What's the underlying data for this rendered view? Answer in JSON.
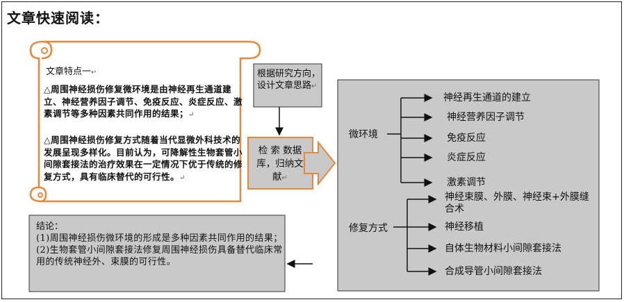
{
  "title": "文章快速阅读：",
  "scroll": {
    "label": "文章特点一",
    "feature1": "△周围神经损伤修复微环境是由神经再生通道建立、神经营养因子调节、免疫反应、炎症反应、激素调节等多种因素共同作用的结果；",
    "feature2": "△周围神经损伤修复方式随着当代显微外科技术的发展呈现多样化。目前认为，可降解性生物套管小间隙套接法的治疗效果在一定情况下优于传统的修复方式，具有临床替代的可行性。",
    "mark": "↵"
  },
  "basis_box": "根据研究方向，设计文章思路",
  "search_box": "检 索 数据库，归纳文献",
  "right_panel": {
    "category1": "微环境",
    "items1": [
      "神经再生通道的建立",
      "神经营养因子调节",
      "免疫反应",
      "炎症反应",
      "激素调节"
    ],
    "category2": "修复方式",
    "items2": [
      "神经束膜、外膜、神经束+外膜缝合术",
      "神经移植",
      "自体生物材料小间隙套接法",
      "合成导管小间隙套接法"
    ]
  },
  "conclusion": {
    "heading": "结论：",
    "point1": "(1)周围神经损伤微环境的形成是多种因素共同作用的结果；",
    "point2": "(2)生物套管小间隙套接法修复周围神经损伤具备替代临床常用的传统神经外、束膜的可行性。"
  },
  "colors": {
    "scroll_border": "#e8863a",
    "box_fill": "#c9c9c9",
    "panel_fill": "#c9c9c9",
    "arrow_fill": "#c9c9c9"
  }
}
